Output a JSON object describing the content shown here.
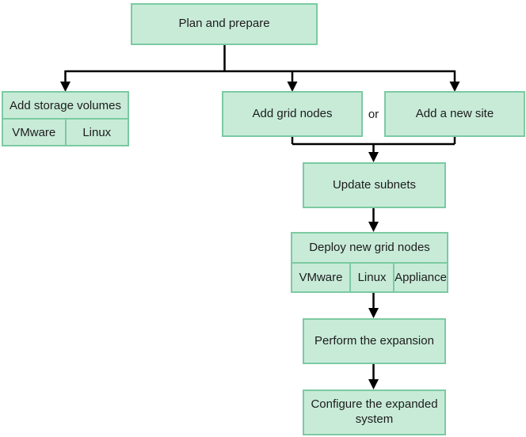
{
  "colors": {
    "page_bg": "#ffffff",
    "node_fill": "#c8ebd8",
    "node_border": "#7bcaa2",
    "connector": "#000000",
    "text": "#1c1c1c"
  },
  "flowchart": {
    "plan": {
      "label": "Plan and prepare"
    },
    "add_storage_volumes": {
      "label": "Add storage volumes",
      "options": [
        "VMware",
        "Linux"
      ]
    },
    "add_grid_nodes": {
      "label": "Add grid nodes"
    },
    "or_connector": {
      "label": "or"
    },
    "add_new_site": {
      "label": "Add a new site"
    },
    "update_subnets": {
      "label": "Update subnets"
    },
    "deploy_new_grid_nodes": {
      "label": "Deploy new grid nodes",
      "options": [
        "VMware",
        "Linux",
        "Appliance"
      ]
    },
    "perform_expansion": {
      "label": "Perform the expansion"
    },
    "configure_expanded_system": {
      "label": "Configure the expanded system"
    }
  }
}
